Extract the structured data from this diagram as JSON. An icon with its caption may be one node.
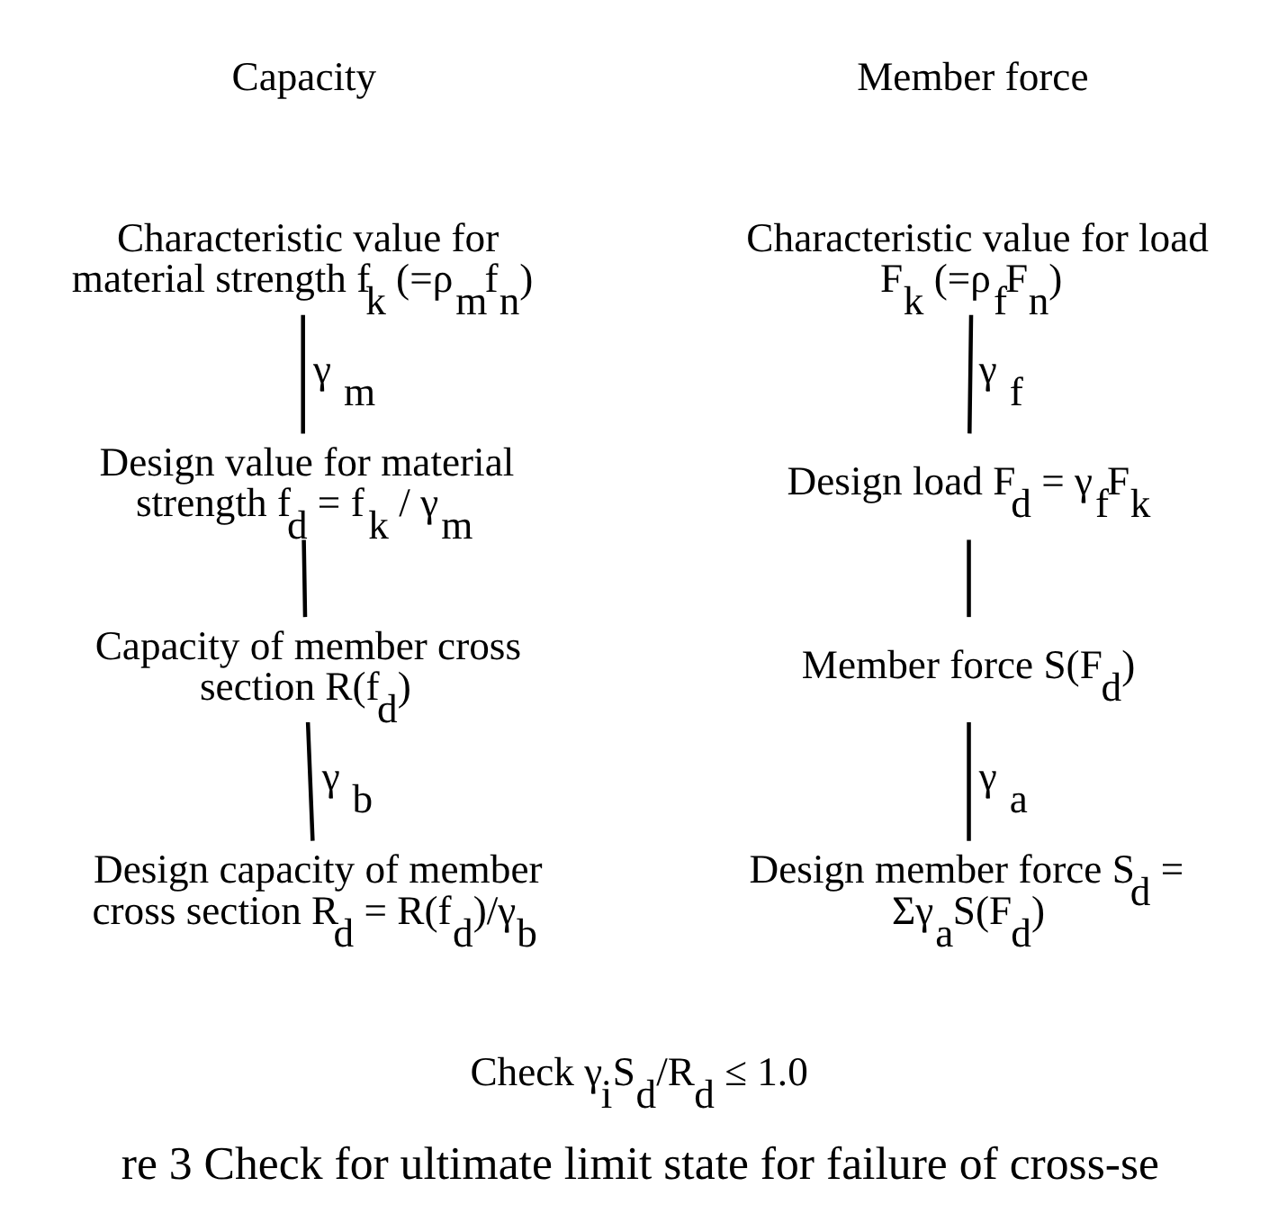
{
  "diagram": {
    "caption": "re 3 Check for ultimate limit state for failure of cross-se",
    "nodes": [
      {
        "text": [
          "Characteristic value for material strength f$_{k}$ (=ρ$_{m}$f$_{n}$)"
        ]
      },
      {
        "text": [
          "Design value for material strength f$_{d}$ = f$_{k}$ / γ$_{m}$"
        ]
      },
      {
        "text": [
          "Capacity of member cross section R(f$_{d}$)"
        ]
      },
      {
        "text": [
          "Design capacity of member cross section R$_{d}$ = R(f$_{d}$)/γ$_{b}$"
        ]
      },
      {
        "text": [
          "Characteristic value for load F$_{k}$ (=ρ$_{f}$F$_{n}$)"
        ]
      },
      {
        "text": [
          "Design load F$_{d}$ = γ$_{f}$F$_{k}$"
        ]
      },
      {
        "text": [
          "Member force S(F$_{d}$)"
        ]
      },
      {
        "text": [
          "Design member force S$_{d}$ = Σγ$_{a}$S(F$_{d}$)"
        ]
      },
      {
        "text": [
          "Check γ$_{i}$S$_{d}$/R$_{d}$ ≤ 1.0"
        ]
      }
    ],
    "edges": [
      {
        "from": 0,
        "to": 1,
        "arrow": "none",
        "label": "γ$_{m}$"
      },
      {
        "from": 1,
        "to": 2,
        "arrow": "none"
      },
      {
        "from": 2,
        "to": 3,
        "arrow": "none",
        "label": "γ$_{b}$"
      },
      {
        "from": 4,
        "to": 5,
        "arrow": "none",
        "label": "γ$_{f}$"
      },
      {
        "from": 5,
        "to": 6,
        "arrow": "none"
      },
      {
        "from": 6,
        "to": 7,
        "arrow": "none",
        "label": "γ$_{a}$"
      }
    ],
    "labels": [
      "Capacity",
      "Member force"
    ]
  }
}
